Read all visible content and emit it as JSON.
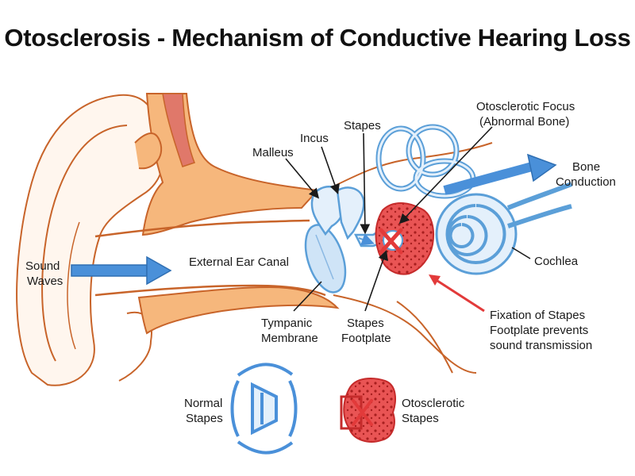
{
  "title": "Otosclerosis - Mechanism of Conductive Hearing Loss",
  "labels": {
    "sound_waves": [
      "Sound",
      "Waves"
    ],
    "external_ear_canal": "External Ear Canal",
    "malleus": "Malleus",
    "incus": "Incus",
    "stapes": "Stapes",
    "otosclerotic_focus": [
      "Otosclerotic Focus",
      "(Abnormal Bone)"
    ],
    "bone_conduction": [
      "Bone",
      "Conduction"
    ],
    "cochlea": "Cochlea",
    "tympanic_membrane": [
      "Tympanic",
      "Membrane"
    ],
    "stapes_footplate": [
      "Stapes",
      "Footplate"
    ],
    "fixation_note": [
      "Fixation of Stapes",
      "Footplate prevents",
      "sound transmission"
    ],
    "normal_stapes": [
      "Normal",
      "Stapes"
    ],
    "otosclerotic_stapes": [
      "Otosclerotic",
      "Stapes"
    ]
  },
  "colors": {
    "skin_outline": "#c8642a",
    "skin_fill": "#f6b77c",
    "muscle": "#e0786a",
    "ossicle_blue": "#5b9fd8",
    "ossicle_fill": "#e4f0fb",
    "sound_arrow": "#4a90d9",
    "focus_red": "#e23a3a",
    "focus_fill": "#e95454",
    "pointer_red": "#e23a3a"
  },
  "icons": {
    "focus_marker": "red-x-icon",
    "sound_arrow": "right-arrow-icon",
    "bone_arrow": "right-arrow-icon"
  }
}
